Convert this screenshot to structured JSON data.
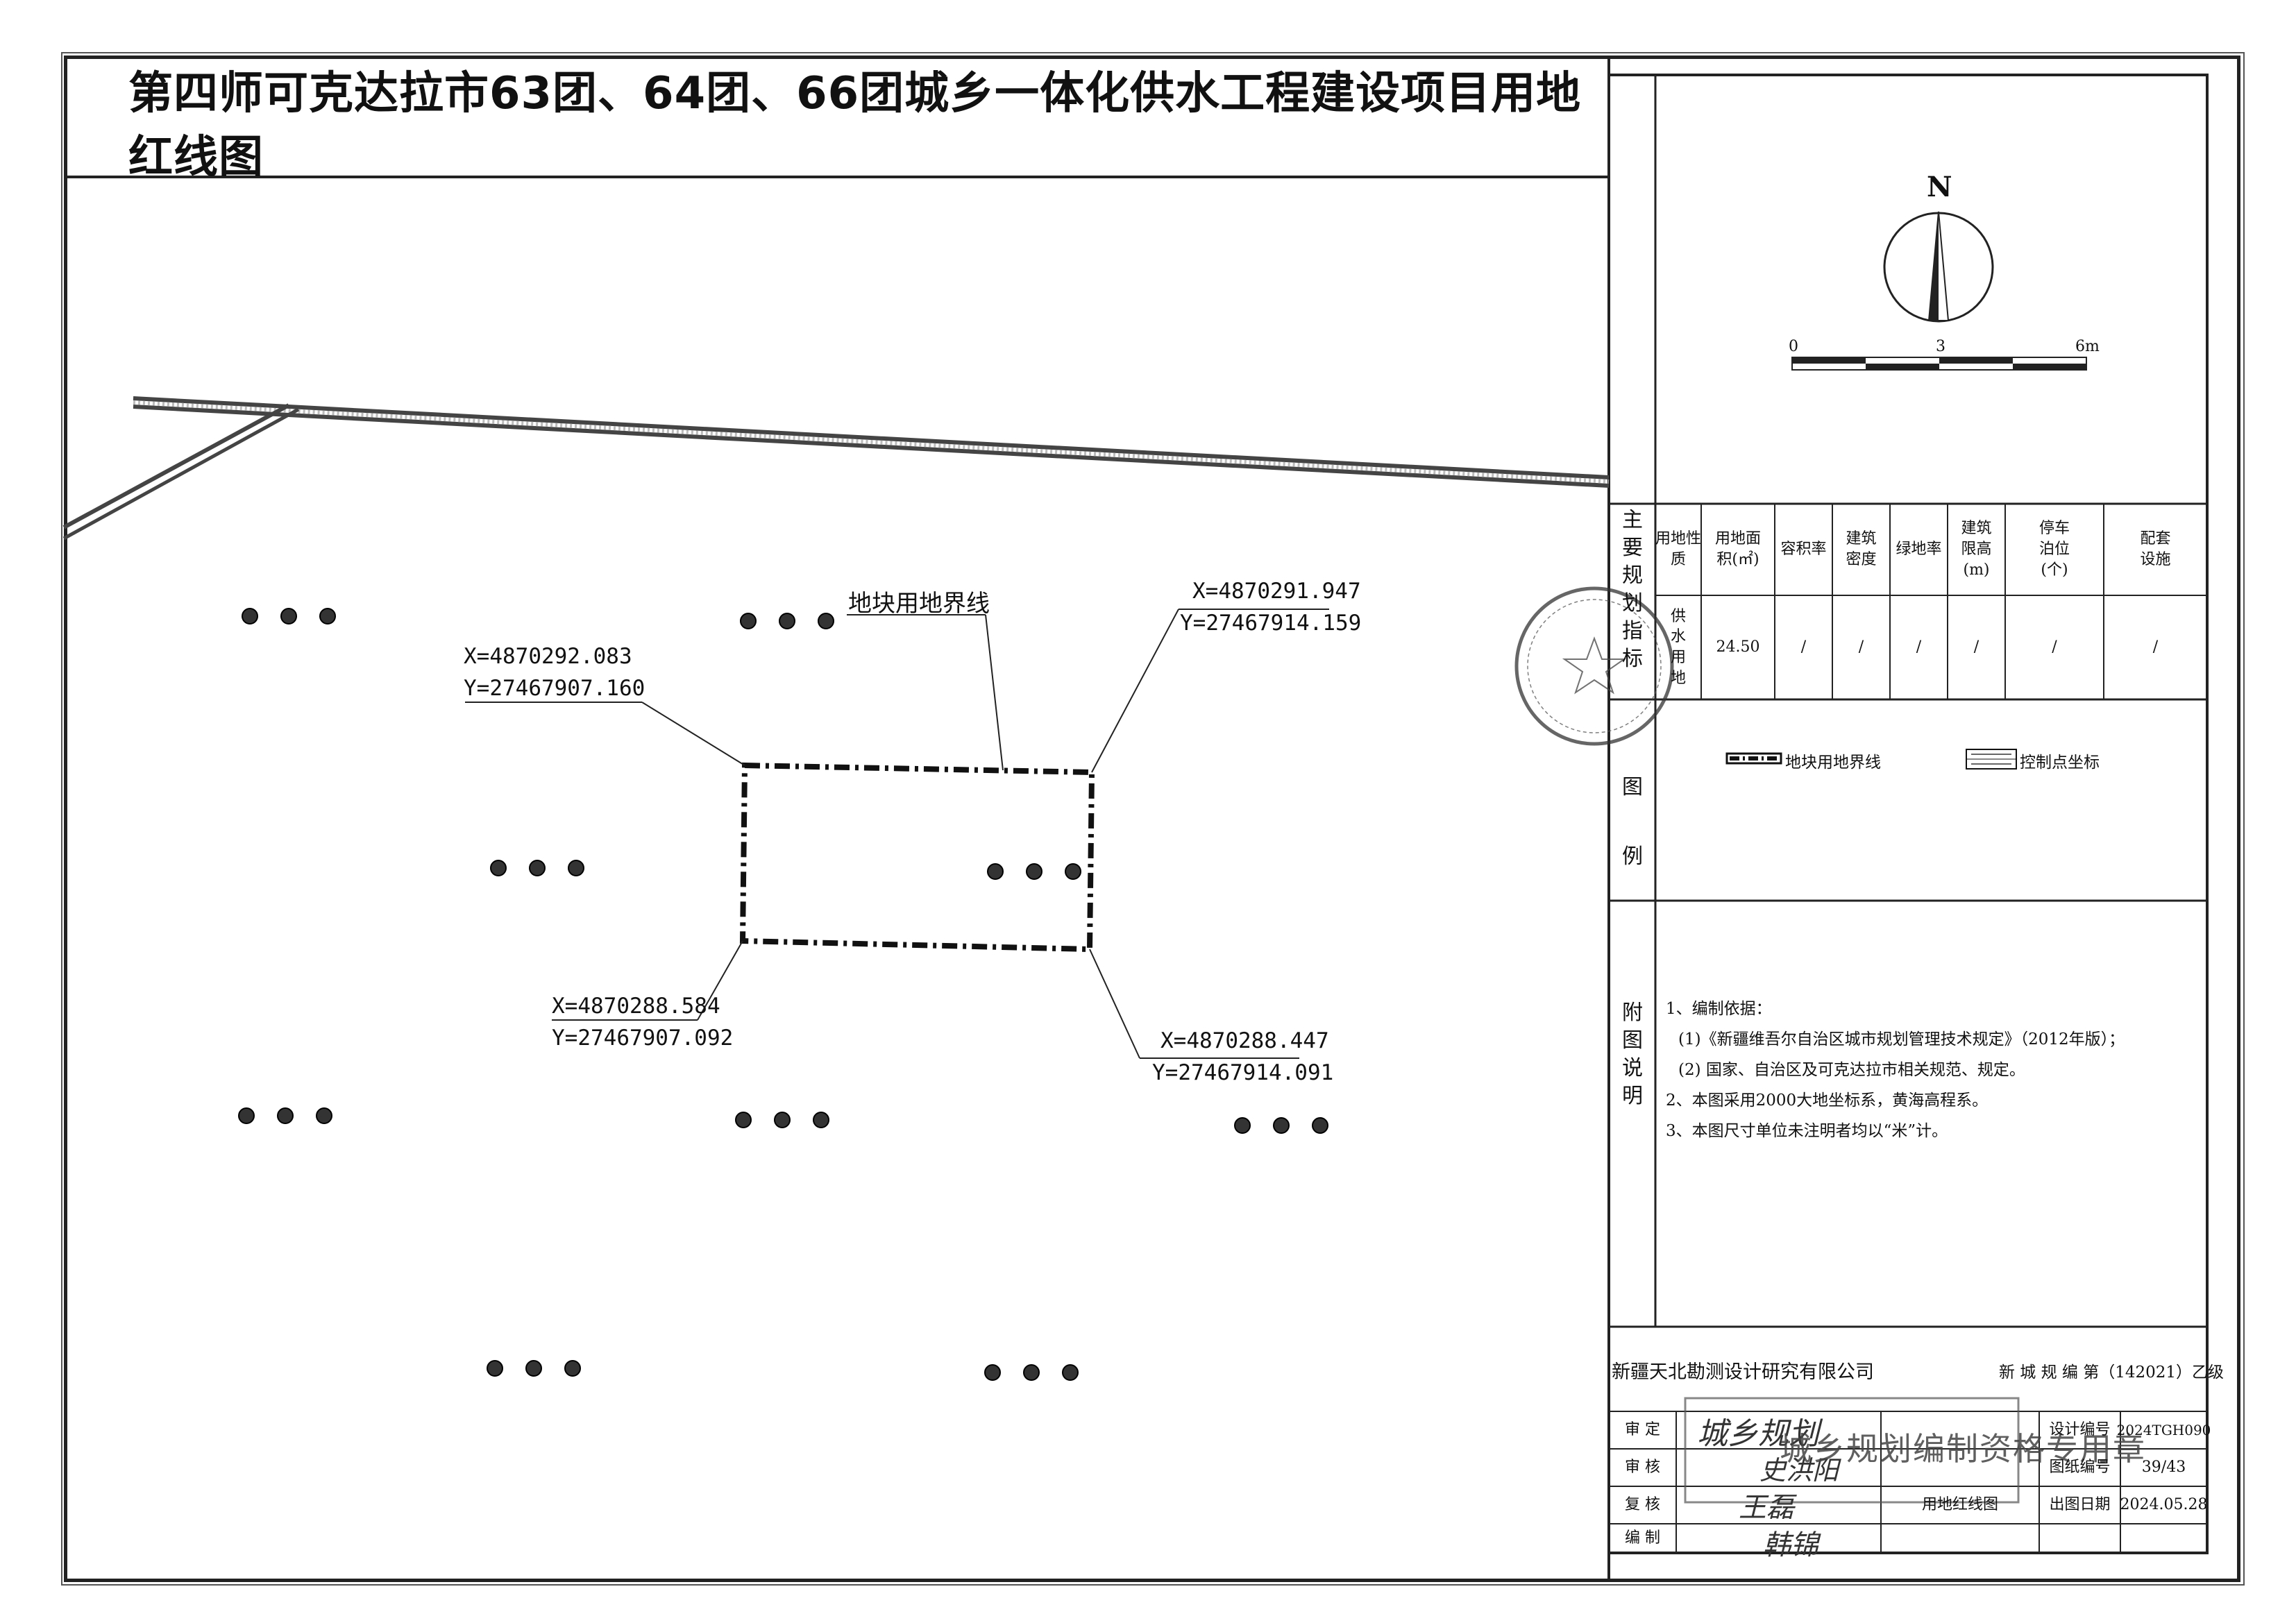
{
  "title": "第四师可克达拉市63团、64团、66团城乡一体化供水工程建设项目用地红线图",
  "compass": {
    "north": "N"
  },
  "scale_bar": {
    "ticks": [
      "0",
      "3",
      "6m"
    ]
  },
  "map": {
    "boundary_label": "地块用地界线",
    "corners": [
      {
        "x": "X=4870292.083",
        "y": "Y=27467907.160"
      },
      {
        "x": "X=4870291.947",
        "y": "Y=27467914.159"
      },
      {
        "x": "X=4870288.584",
        "y": "Y=27467907.092"
      },
      {
        "x": "X=4870288.447",
        "y": "Y=27467914.091"
      }
    ]
  },
  "indicators": {
    "side_label": "主要规划指标",
    "headers": [
      "用地性质",
      "用地面积(㎡)",
      "容积率",
      "建筑密度",
      "绿地率",
      "建筑限高(m)",
      "停车泊位(个)",
      "配套设施"
    ],
    "values": [
      "供水用地",
      "24.50",
      "/",
      "/",
      "/",
      "/",
      "/",
      "/"
    ]
  },
  "legend": {
    "side_label": "图例",
    "items": [
      "地块用地界线",
      "控制点坐标"
    ]
  },
  "notes": {
    "side_label": "附图说明",
    "lines": [
      "1、编制依据：",
      "(1)《新疆维吾尔自治区城市规划管理技术规定》（2012年版）；",
      "(2) 国家、自治区及可克达拉市相关规范、规定。",
      "2、本图采用2000大地坐标系，黄海高程系。",
      "3、本图尺寸单位未注明者均以“米”计。"
    ]
  },
  "title_block": {
    "company": "新疆天北勘测设计研究有限公司",
    "qualification": "新 城 规 编 第（142021）乙级",
    "roles": [
      "审 定",
      "审 核",
      "复 核",
      "编 制"
    ],
    "signatures": [
      "城乡规划",
      "史洪阳",
      "王磊",
      "韩锦"
    ],
    "drawing_title": "用地红线图",
    "design_no_label": "设计编号",
    "design_no": "2024TGH090",
    "sheet_no_label": "图纸编号",
    "sheet_no": "39/43",
    "date_label": "出图日期",
    "date": "2024.05.28"
  },
  "stamp": {
    "text": "城乡规划编制资格专用章"
  }
}
